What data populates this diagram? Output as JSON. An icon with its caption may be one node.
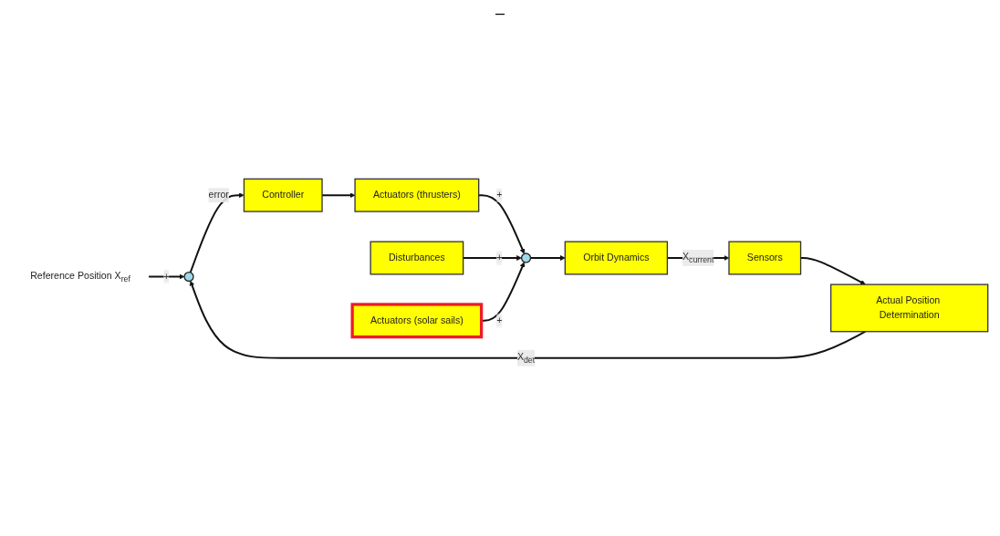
{
  "diagram": {
    "nodes": [
      {
        "text": [
          "Reference Position X$_{ref}$"
        ]
      },
      {
        "text": [],
        "shape": "circle"
      },
      {
        "text": [
          "Controller"
        ]
      },
      {
        "text": [
          "Actuators (thrusters)"
        ]
      },
      {
        "text": [
          "Disturbances"
        ]
      },
      {
        "text": [],
        "shape": "circle"
      },
      {
        "text": [
          "Orbit Dynamics"
        ]
      },
      {
        "text": [
          "Actuators (solar sails)"
        ]
      },
      {
        "text": [
          "Sensors"
        ]
      },
      {
        "text": [
          "Actual Position Determination"
        ]
      }
    ],
    "edges": [
      {
        "from": 0,
        "to": 1,
        "arrow": "to",
        "label": "+"
      },
      {
        "from": 1,
        "to": 2,
        "arrow": "to",
        "label": "error"
      },
      {
        "from": 2,
        "to": 3,
        "arrow": "to"
      },
      {
        "from": 3,
        "to": 5,
        "arrow": "to",
        "label": "+"
      },
      {
        "from": 4,
        "to": 5,
        "arrow": "to",
        "label": "+"
      },
      {
        "from": 7,
        "to": 5,
        "arrow": "to",
        "label": "+"
      },
      {
        "from": 5,
        "to": 6,
        "arrow": "to"
      },
      {
        "from": 6,
        "to": 8,
        "arrow": "to",
        "label": "X$_{current}$"
      },
      {
        "from": 8,
        "to": 9,
        "arrow": "to"
      },
      {
        "from": 9,
        "to": 1,
        "arrow": "to",
        "label": "X$_{det}$"
      }
    ],
    "labels": [
      "–"
    ]
  }
}
